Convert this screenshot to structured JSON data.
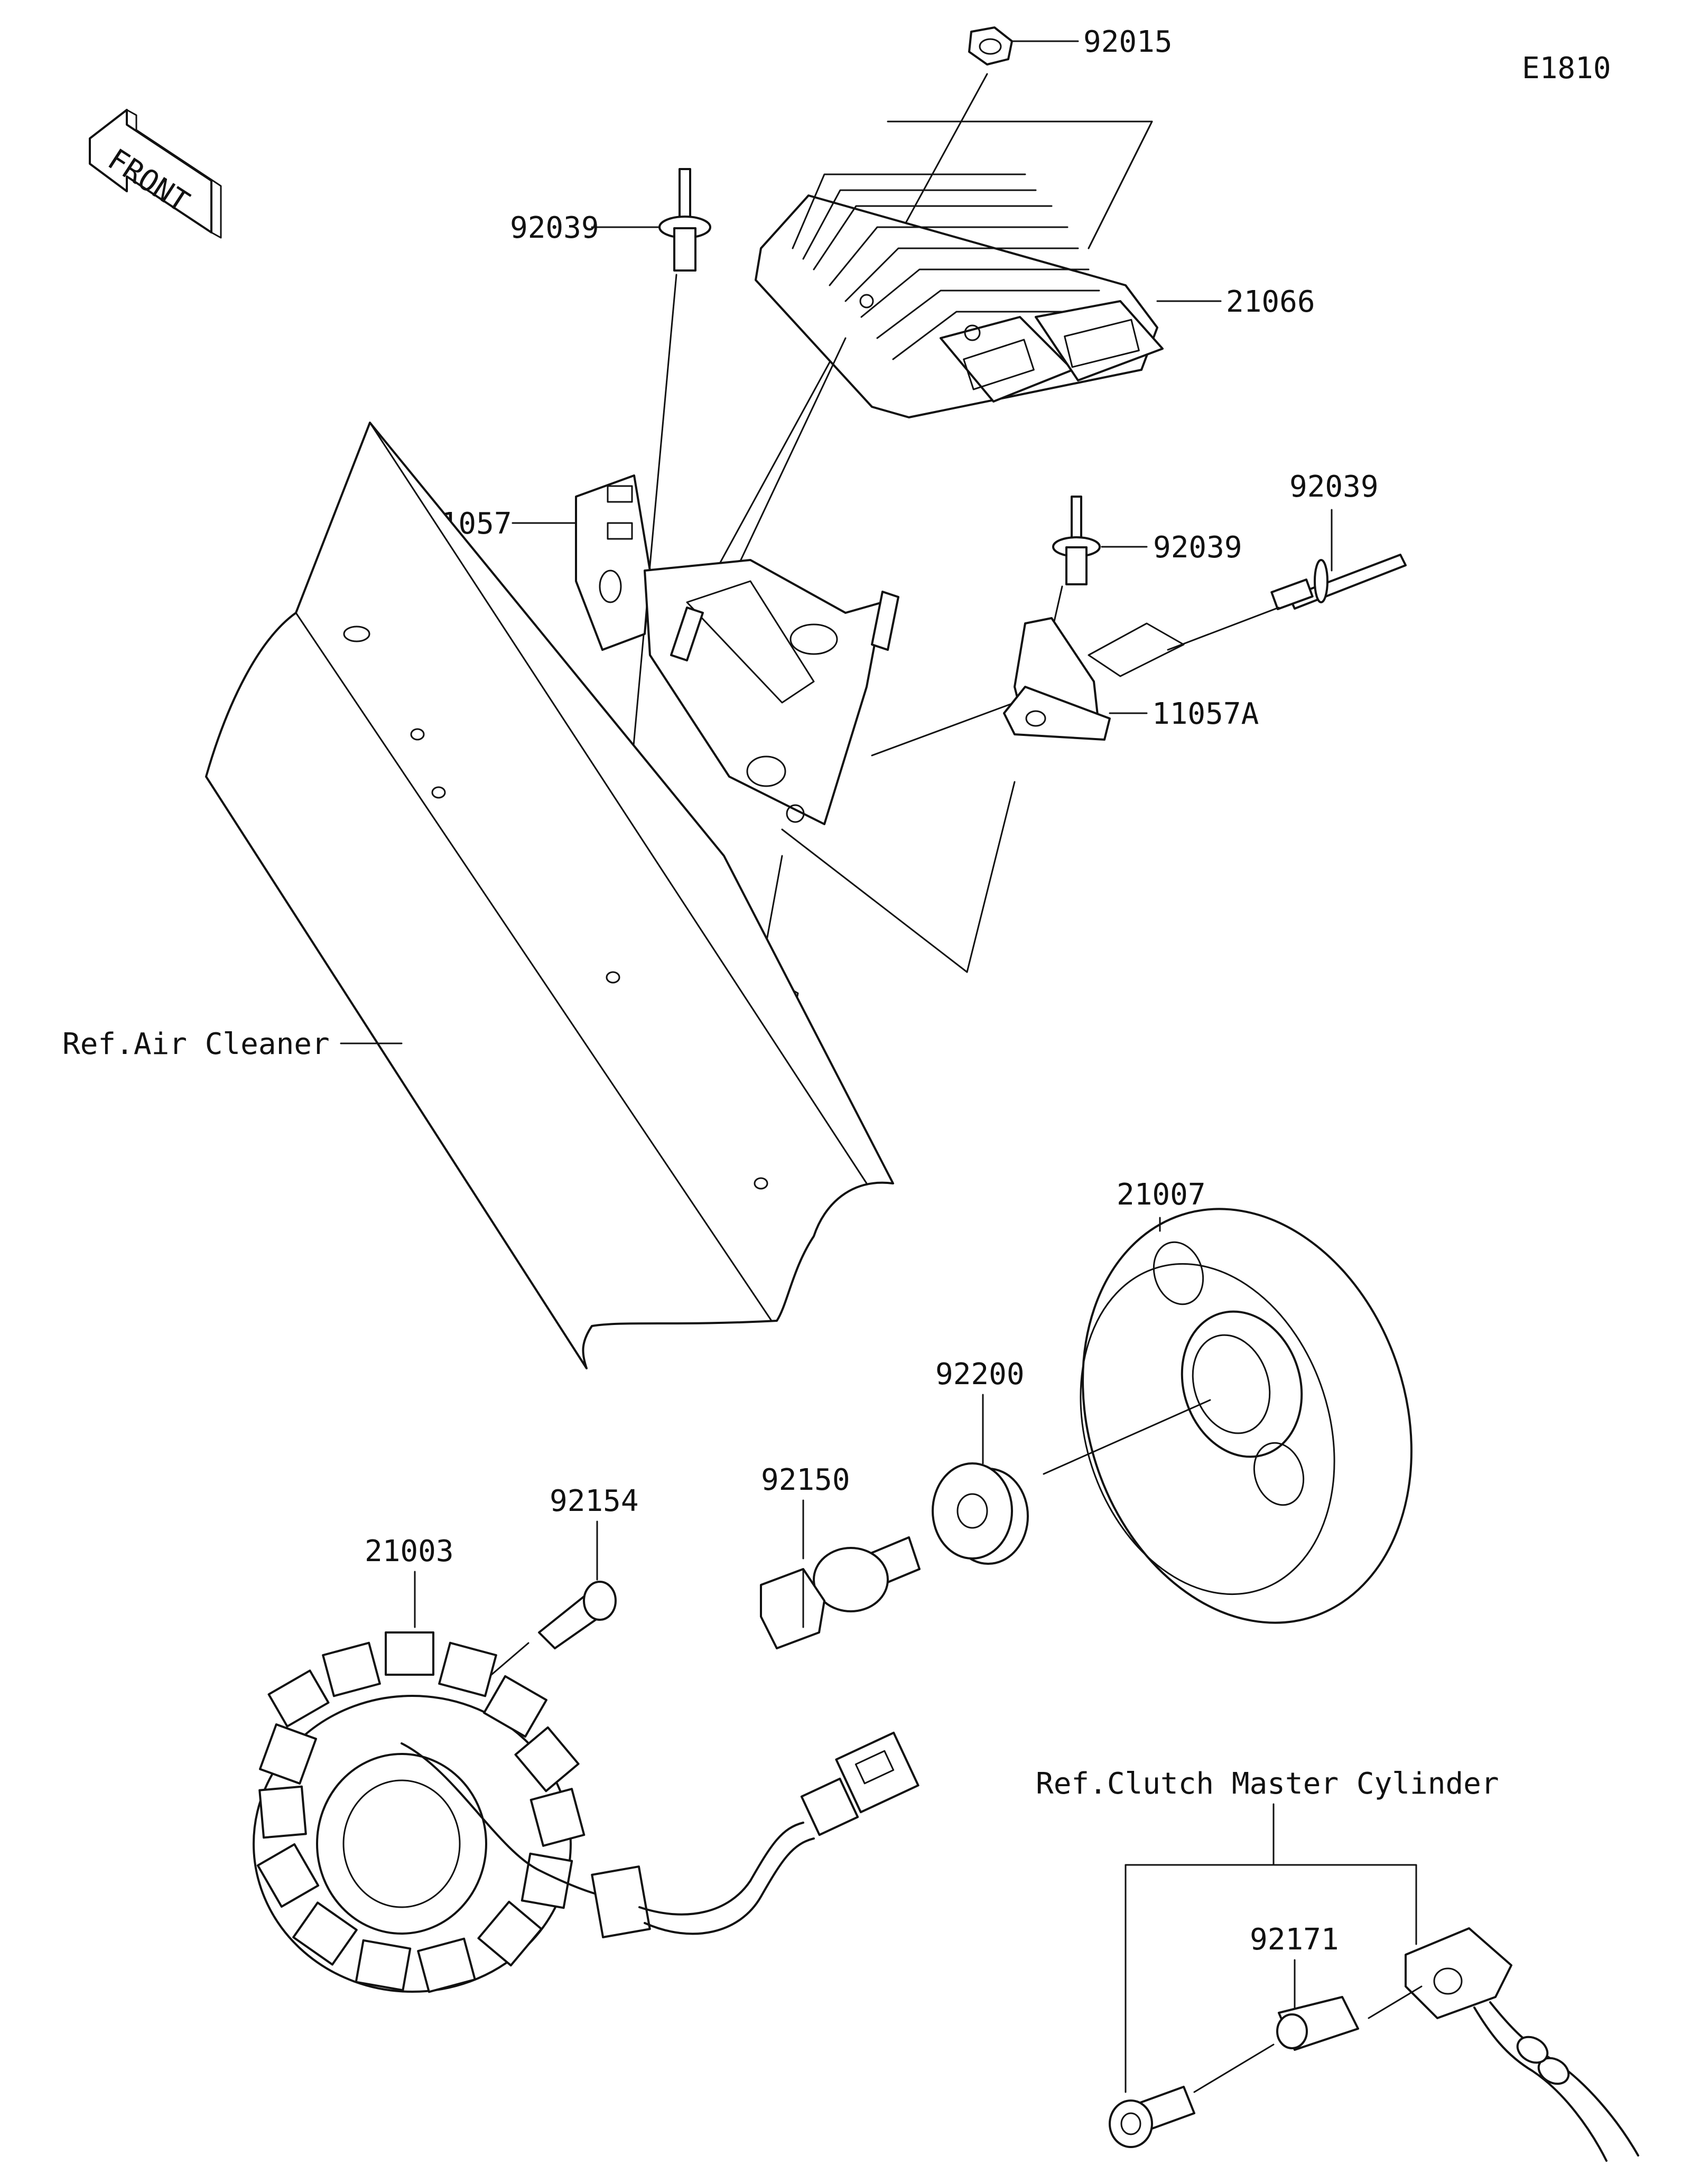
{
  "diagram_code": "E1810",
  "front_arrow": {
    "text": "FRONT",
    "icon": "front-direction-arrow"
  },
  "labels": {
    "p92015": "92015",
    "p92039_top": "92039",
    "p21066": "21066",
    "p11057": "11057",
    "p92039_right": "92039",
    "p92039_mid": "92039",
    "p11057A": "11057A",
    "ref_air_cleaner": "Ref.Air Cleaner",
    "p21007": "21007",
    "p92200": "92200",
    "p92150": "92150",
    "p92154": "92154",
    "p21003": "21003",
    "ref_clutch": "Ref.Clutch Master Cylinder",
    "p92171": "92171"
  }
}
